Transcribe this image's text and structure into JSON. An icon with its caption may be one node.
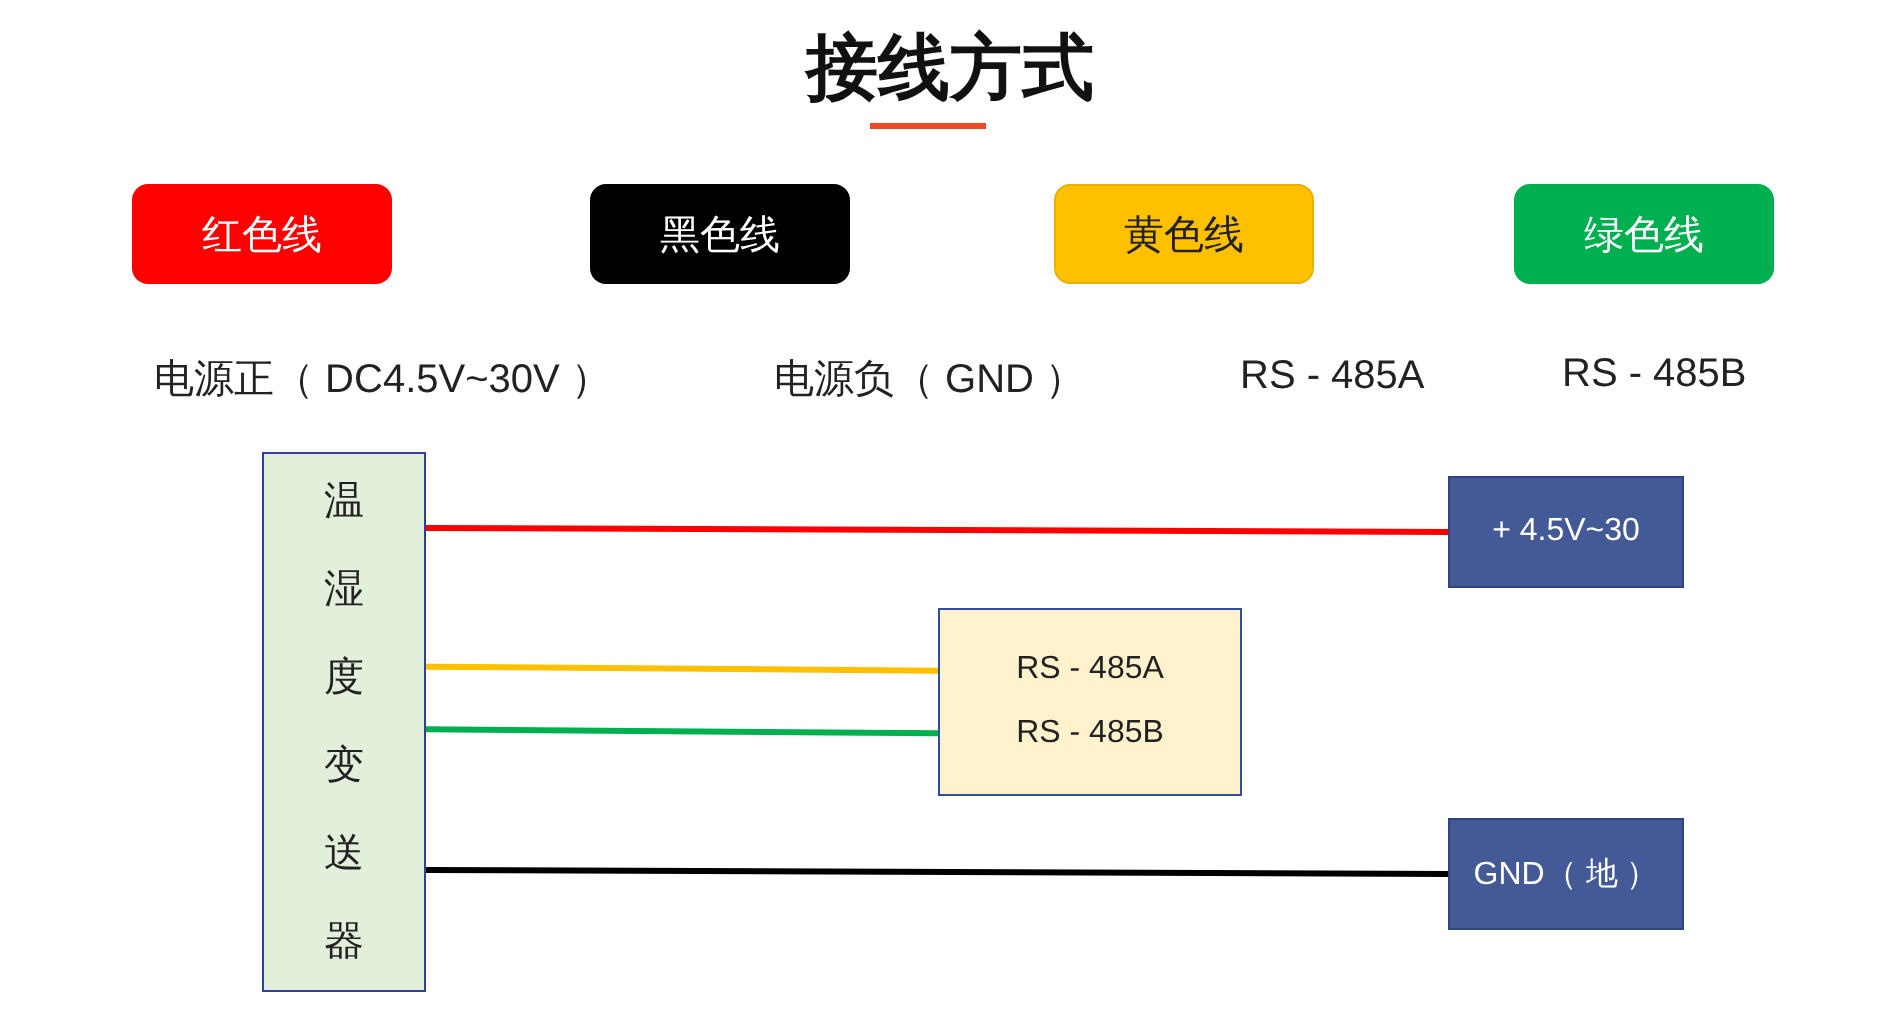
{
  "diagram": {
    "title": "接线方式",
    "nodes": [
      {
        "text": [
          "红色线"
        ],
        "beside": [
          "电源正（ DC4.5V~30V ）"
        ]
      },
      {
        "text": [
          "黑色线"
        ],
        "beside": [
          "电源负（ GND ）"
        ]
      },
      {
        "text": [
          "黄色线"
        ],
        "beside": [
          "RS - 485A"
        ]
      },
      {
        "text": [
          "绿色线"
        ],
        "beside": [
          "RS - 485B"
        ]
      },
      {
        "text": [
          "温湿度变送器"
        ]
      },
      {
        "text": [
          "+ 4.5V~30"
        ]
      },
      {
        "text": [
          "RS - 485A",
          "RS - 485B"
        ]
      },
      {
        "text": [
          "GND（ 地 ）"
        ]
      }
    ],
    "edges": [
      {
        "from": 4,
        "to": 5,
        "arrow": "none",
        "color": "#ff0000"
      },
      {
        "from": 4,
        "to": 6,
        "arrow": "none",
        "color": "#ffc000"
      },
      {
        "from": 4,
        "to": 6,
        "arrow": "none",
        "color": "#00b050"
      },
      {
        "from": 4,
        "to": 7,
        "arrow": "none",
        "color": "#000000"
      }
    ]
  }
}
